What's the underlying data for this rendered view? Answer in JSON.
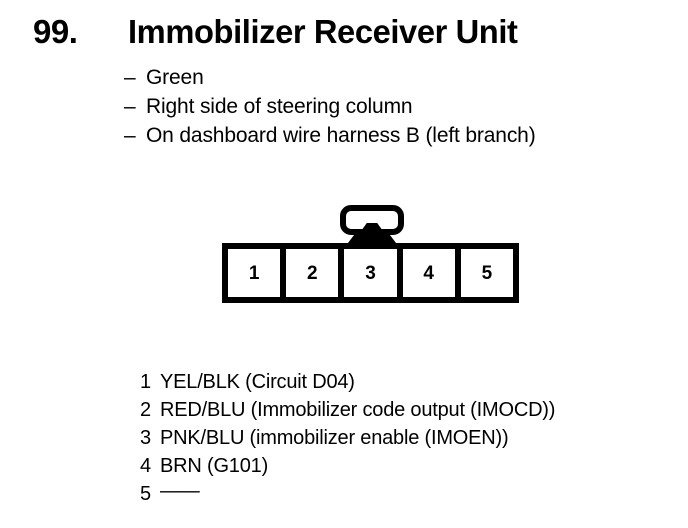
{
  "header": {
    "number": "99.",
    "title": "Immobilizer Receiver Unit"
  },
  "bullets": [
    {
      "marker": "–",
      "text": "Green"
    },
    {
      "marker": "–",
      "text": "Right side of steering column"
    },
    {
      "marker": "–",
      "text": "On dashboard wire harness B (left branch)"
    }
  ],
  "connector": {
    "terminals": [
      {
        "number": "1"
      },
      {
        "number": "2"
      },
      {
        "number": "3"
      },
      {
        "number": "4"
      },
      {
        "number": "5"
      }
    ],
    "latch_position_over_terminal": "3"
  },
  "legend": [
    {
      "pin": "1",
      "description": "YEL/BLK (Circuit D04)"
    },
    {
      "pin": "2",
      "description": "RED/BLU (Immobilizer code output (IMOCD))"
    },
    {
      "pin": "3",
      "description": "PNK/BLU (immobilizer enable (IMOEN))"
    },
    {
      "pin": "4",
      "description": "BRN (G101)"
    },
    {
      "pin": "5",
      "description": "——"
    }
  ],
  "colors": {
    "background": "#ffffff",
    "foreground": "#000000"
  }
}
